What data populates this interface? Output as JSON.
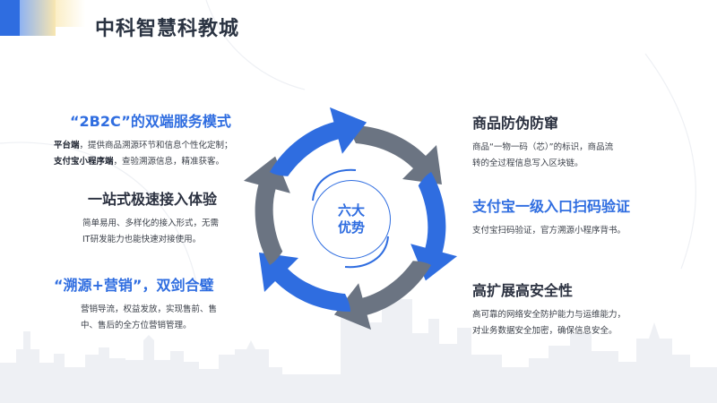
{
  "header": {
    "title": "中科智慧科教城"
  },
  "center": {
    "line1": "六大",
    "line2": "优势"
  },
  "left": [
    {
      "title": "“2B2C”的双端服务模式",
      "lines": [
        {
          "bold": "平台端",
          "text": "，提供商品溯源环节和信息个性化定制；"
        },
        {
          "bold": "支付宝小程序端",
          "text": "，查验溯源信息，精准获客。"
        }
      ]
    },
    {
      "title": "一站式极速接入体验",
      "lines": [
        {
          "bold": "",
          "text": "简单易用、多样化的接入形式，无需"
        },
        {
          "bold": "",
          "text": "IT研发能力也能快速对接使用。"
        }
      ]
    },
    {
      "title": "“溯源+营销”，双剑合璧",
      "lines": [
        {
          "bold": "",
          "text": "营销导流，权益发放，实现售前、售"
        },
        {
          "bold": "",
          "text": "中、售后的全方位营销管理。"
        }
      ]
    }
  ],
  "right": [
    {
      "title": "商品防伪防窜",
      "lines": [
        "商品“一物一码（芯）”的标识，商品流",
        "转的全过程信息写入区块链。"
      ]
    },
    {
      "title": "支付宝一级入口扫码验证",
      "lines": [
        "支付宝扫码验证，官方溯源小程序背书。"
      ]
    },
    {
      "title": "高扩展高安全性",
      "lines": [
        "高可靠的网络安全防护能力与运维能力，",
        "对业务数据安全加密，确保信息安全。"
      ]
    }
  ],
  "colors": {
    "accent": "#2f6de0",
    "gray": "#6b7482",
    "text": "#2b3140"
  }
}
